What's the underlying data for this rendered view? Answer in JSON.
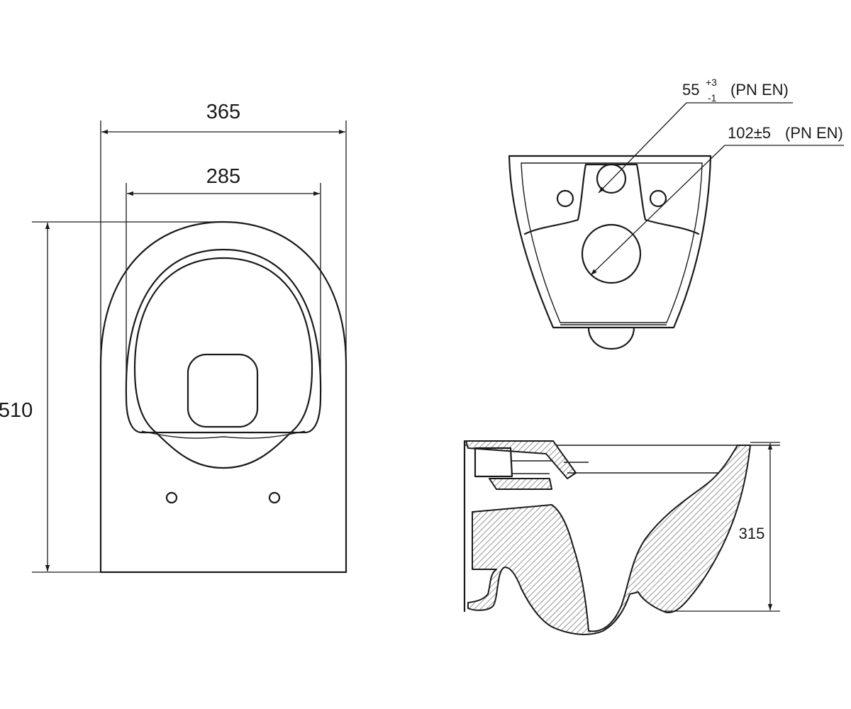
{
  "dimensions": {
    "total_width": "365",
    "seat_width": "285",
    "total_length": "510",
    "height": "315"
  },
  "callouts": {
    "outlet_diameter": {
      "value": "55",
      "tolerance_plus": "+3",
      "tolerance_minus": "-1",
      "standard": "(PN EN)"
    },
    "inlet_diameter": {
      "value": "102±5",
      "standard": "(PN EN)"
    }
  },
  "colors": {
    "line": "#1a1a1a",
    "hatch": "#7a7a7a",
    "background": "#ffffff"
  }
}
